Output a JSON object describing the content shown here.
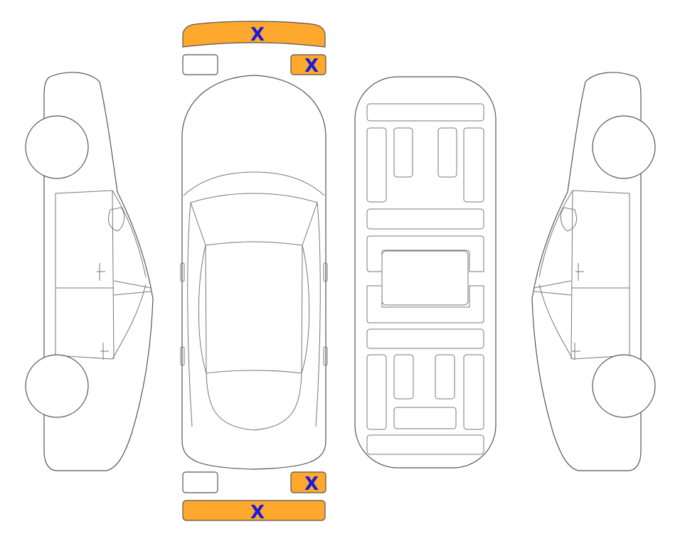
{
  "damage": {
    "mark_text": "X",
    "mark_color": "#1a1adb",
    "damaged_fill": "#ffa82e",
    "undamaged_fill": "#ffffff"
  },
  "parts": {
    "front_bumper": {
      "damaged": true,
      "mark": "X"
    },
    "front_left_light": {
      "damaged": false,
      "mark": ""
    },
    "front_right_light": {
      "damaged": true,
      "mark": "X"
    },
    "rear_left_light": {
      "damaged": false,
      "mark": ""
    },
    "rear_right_light": {
      "damaged": true,
      "mark": "X"
    },
    "rear_bumper": {
      "damaged": true,
      "mark": "X"
    }
  }
}
